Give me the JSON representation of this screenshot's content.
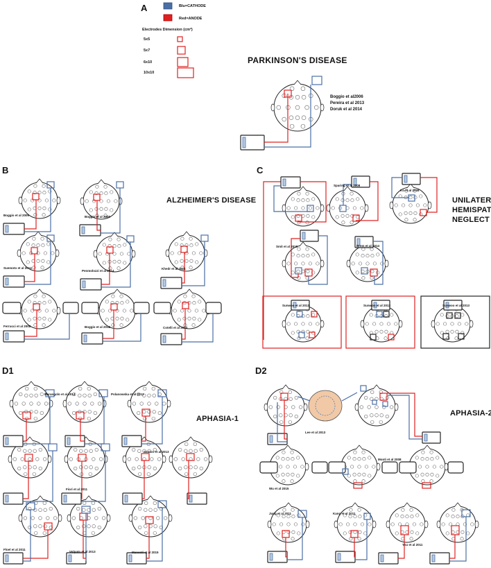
{
  "colors": {
    "cathode": "#4a6fa5",
    "anode": "#e02020",
    "outline": "#222222",
    "electrode": "#666666"
  },
  "legend": {
    "cathode_label": "Blu=CATHODE",
    "anode_label": "Red=ANODE",
    "dimension_title": "Electrodes Dimension (cm²)",
    "sizes": [
      "5x5",
      "5x7",
      "6x10",
      "10x10"
    ]
  },
  "panels": {
    "A": {
      "letter": "A",
      "title": "PARKINSON'S DISEASE",
      "citations": [
        "Boggio et al2006",
        "Pereira et al 2013",
        "Doruk et al 2014"
      ]
    },
    "B": {
      "letter": "B",
      "title": "ALZHEIMER'S DISEASE",
      "citations": [
        "Boggio  et al 2009",
        "Boggio  et al 2009",
        "Suemoto et al  2014",
        "Penmolozzi  et al 2014",
        "Khedr et al 2014",
        "Ferrucci et al 2008",
        "Boggio et al 2012",
        "Cotelli et al 2014"
      ]
    },
    "C": {
      "letter": "C",
      "title_line1": "UNILATERAL",
      "title_line2": "HEMISPATIAL",
      "title_line3": "NEGLECT",
      "citations": [
        "Sparing et al  2009",
        "Ko et al 2008",
        "Smit et al 2015",
        "Brem et al 2014",
        "Sunwoo et al 2013",
        "Sunwoo et al 2013",
        "Sunwoo et al 2013"
      ]
    },
    "D1": {
      "letter": "D1",
      "title": "APHASIA-1",
      "citations": [
        "Marangolo et al 2014",
        "Polanowska et al 2013",
        "Santos et al 2013",
        "Fiori  et al 2011",
        "Floel et al 2011",
        "Volpato et al 2013",
        "Manenti et al 2015"
      ]
    },
    "D2": {
      "letter": "D2",
      "title": "APHASIA-2",
      "citations": [
        "Lee et al  2013",
        "Monti et al 2008",
        "Wu et al 2015",
        "Jung et al 2011",
        "Kang et al 2011",
        "You et al 2011"
      ]
    }
  }
}
